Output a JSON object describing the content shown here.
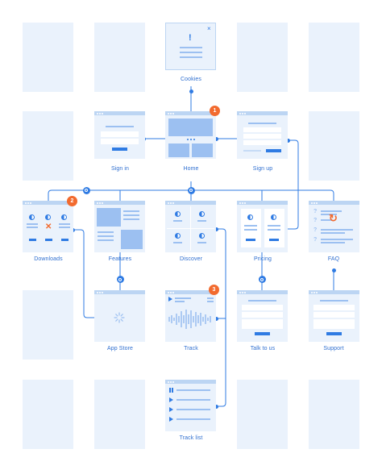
{
  "screens": {
    "cookies": {
      "label": "Cookies"
    },
    "sign_in": {
      "label": "Sign in"
    },
    "home": {
      "label": "Home"
    },
    "sign_up": {
      "label": "Sign up"
    },
    "downloads": {
      "label": "Downloads"
    },
    "features": {
      "label": "Features"
    },
    "discover": {
      "label": "Discover"
    },
    "pricing": {
      "label": "Pricing"
    },
    "faq": {
      "label": "FAQ"
    },
    "app_store": {
      "label": "App Store"
    },
    "track": {
      "label": "Track"
    },
    "talk_to_us": {
      "label": "Talk to us"
    },
    "support": {
      "label": "Support"
    },
    "track_list": {
      "label": "Track list"
    }
  },
  "badges": [
    "1",
    "2",
    "3"
  ],
  "glyphs": {
    "alert": "!",
    "close": "×",
    "error": "✕",
    "refresh": "↻",
    "help": "?"
  },
  "colors": {
    "accent": "#2f7be3",
    "badge": "#f26a2e",
    "panel": "#eaf2fc",
    "label": "#2f6fd0"
  }
}
